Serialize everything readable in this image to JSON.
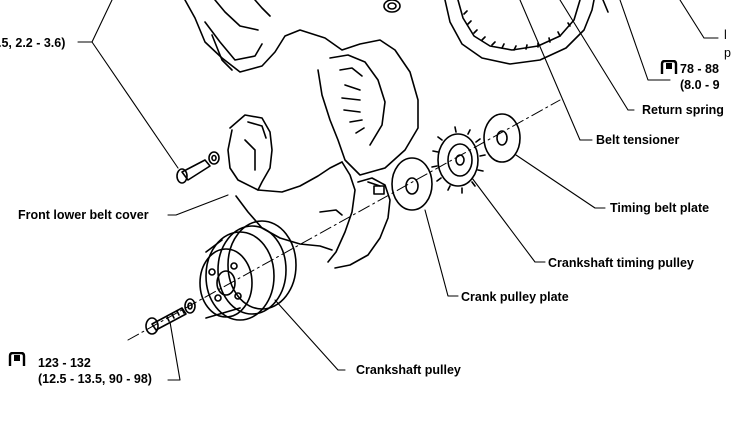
{
  "labels": {
    "top_torque_partial": ".5, 2.2 - 3.6)",
    "front_lower_belt_cover": "Front lower belt cover",
    "right_partial_line1": "l",
    "right_partial_line2": "p",
    "right_torque_value": "78 - 88",
    "right_torque_value2": "(8.0 - 9",
    "return_spring": "Return spring",
    "belt_tensioner": "Belt tensioner",
    "timing_belt_plate": "Timing belt plate",
    "crankshaft_timing_pulley": "Crankshaft timing pulley",
    "crank_pulley_plate": "Crank pulley plate",
    "crankshaft_pulley": "Crankshaft pulley",
    "bolt_torque_value": "123 - 132",
    "bolt_torque_value2": "(12.5 - 13.5, 90 - 98)"
  },
  "icons": {
    "torque": "torque-wrench-icon"
  }
}
